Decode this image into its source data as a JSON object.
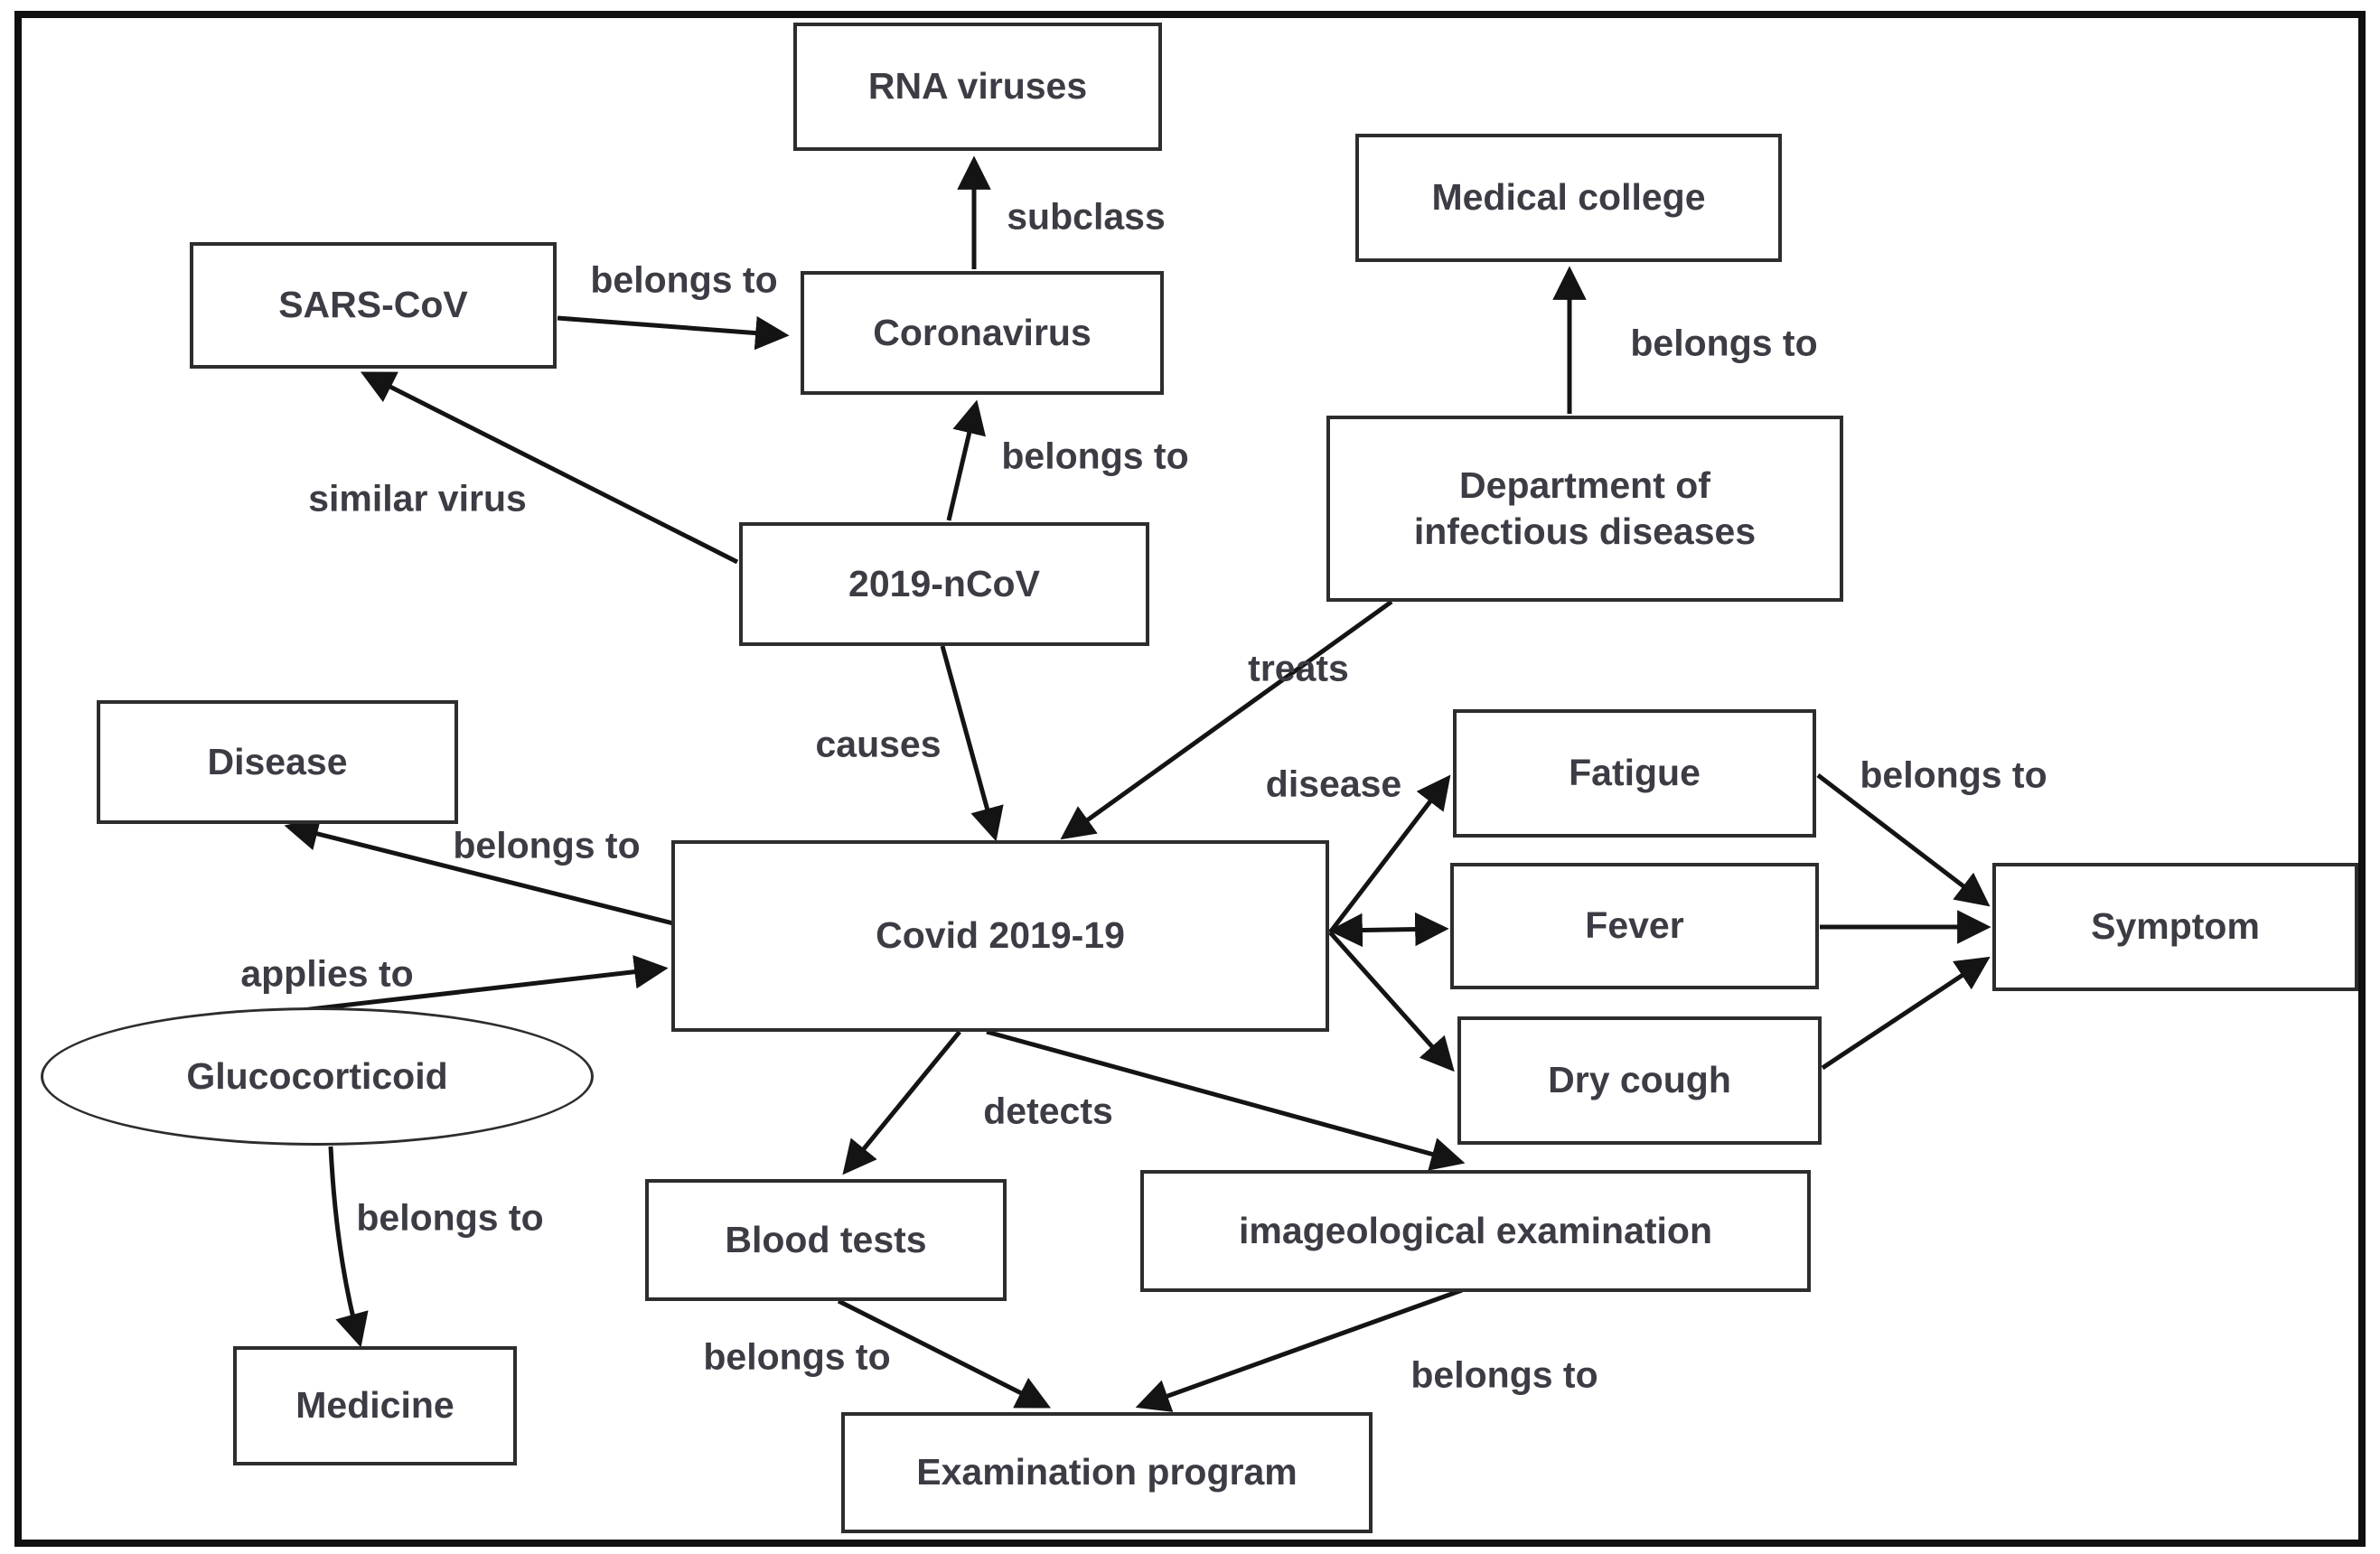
{
  "diagram": {
    "nodes": {
      "rna_viruses": {
        "label": "RNA viruses"
      },
      "sars_cov": {
        "label": "SARS-CoV"
      },
      "coronavirus": {
        "label": "Coronavirus"
      },
      "medical_college": {
        "label": "Medical college"
      },
      "dept_infectious_diseases": {
        "label": "Department of infectious diseases"
      },
      "ncov_2019": {
        "label": "2019-nCoV"
      },
      "disease": {
        "label": "Disease"
      },
      "covid": {
        "label": "Covid 2019-19"
      },
      "fatigue": {
        "label": "Fatigue"
      },
      "fever": {
        "label": "Fever"
      },
      "dry_cough": {
        "label": "Dry cough"
      },
      "symptom": {
        "label": "Symptom"
      },
      "glucocorticoid": {
        "label": "Glucocorticoid"
      },
      "medicine": {
        "label": "Medicine"
      },
      "blood_tests": {
        "label": "Blood tests"
      },
      "imageological_examination": {
        "label": "imageological examination"
      },
      "examination_program": {
        "label": "Examination program"
      }
    },
    "edges": [
      {
        "from": "SARS-CoV",
        "to": "Coronavirus",
        "label": "belongs to"
      },
      {
        "from": "Coronavirus",
        "to": "RNA viruses",
        "label": "subclass"
      },
      {
        "from": "2019-nCoV",
        "to": "Coronavirus",
        "label": "belongs to"
      },
      {
        "from": "2019-nCoV",
        "to": "SARS-CoV",
        "label": "similar virus"
      },
      {
        "from": "Department of infectious diseases",
        "to": "Medical college",
        "label": "belongs to"
      },
      {
        "from": "Department of infectious diseases",
        "to": "Covid 2019-19",
        "label": "treats"
      },
      {
        "from": "2019-nCoV",
        "to": "Covid 2019-19",
        "label": "causes"
      },
      {
        "from": "Covid 2019-19",
        "to": "Disease",
        "label": "belongs to"
      },
      {
        "from": "Glucocorticoid",
        "to": "Covid 2019-19",
        "label": "applies to"
      },
      {
        "from": "Glucocorticoid",
        "to": "Medicine",
        "label": "belongs to"
      },
      {
        "from": "Covid 2019-19",
        "to": "Fatigue",
        "label": "disease"
      },
      {
        "from": "Covid 2019-19",
        "to": "Fever",
        "label": ""
      },
      {
        "from": "Covid 2019-19",
        "to": "Dry cough",
        "label": ""
      },
      {
        "from": "Fatigue",
        "to": "Symptom",
        "label": "belongs to"
      },
      {
        "from": "Fever",
        "to": "Symptom",
        "label": ""
      },
      {
        "from": "Dry cough",
        "to": "Symptom",
        "label": ""
      },
      {
        "from": "Covid 2019-19",
        "to": "Blood tests",
        "label": "detects"
      },
      {
        "from": "Covid 2019-19",
        "to": "imageological examination",
        "label": ""
      },
      {
        "from": "Blood tests",
        "to": "Examination program",
        "label": "belongs to"
      },
      {
        "from": "imageological examination",
        "to": "Examination program",
        "label": "belongs to"
      }
    ],
    "colors": {
      "line": "#141414",
      "node_border": "#2d2d2d",
      "text": "#3c3c44",
      "background": "#ffffff"
    }
  }
}
